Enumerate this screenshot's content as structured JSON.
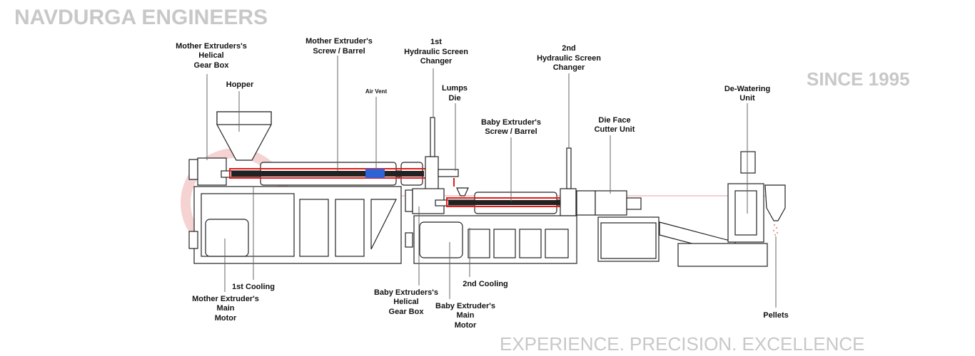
{
  "watermark": {
    "brand": "NAVDURGA ENGINEERS",
    "since": "SINCE 1995",
    "tagline": "EXPERIENCE. PRECISION. EXCELLENCE"
  },
  "colors": {
    "barrel_heater": "#e41b1b",
    "air_vent": "#2d63d6",
    "watermark_logo": "#f3c6c6",
    "line": "#222222"
  },
  "labels": {
    "mother_gearbox": [
      "Mother Extruders's",
      "Helical",
      "Gear Box"
    ],
    "hopper": [
      "Hopper"
    ],
    "mother_screw": [
      "Mother Extruder's",
      "Screw / Barrel"
    ],
    "air_vent": [
      "Air Vent"
    ],
    "screen_changer_1": [
      "1st",
      "Hydraulic Screen",
      "Changer"
    ],
    "lumps_die": [
      "Lumps",
      "Die"
    ],
    "baby_screw": [
      "Baby Extruder's",
      "Screw / Barrel"
    ],
    "screen_changer_2": [
      "2nd",
      "Hydraulic Screen",
      "Changer"
    ],
    "die_face_cutter": [
      "Die Face",
      "Cutter Unit"
    ],
    "dewatering": [
      "De-Watering",
      "Unit"
    ],
    "cooling_1": [
      "1st Cooling"
    ],
    "mother_motor": [
      "Mother Extruder's",
      "Main",
      "Motor"
    ],
    "baby_gearbox": [
      "Baby Extruders's",
      "Helical",
      "Gear Box"
    ],
    "cooling_2": [
      "2nd Cooling"
    ],
    "baby_motor": [
      "Baby Extruder's",
      "Main",
      "Motor"
    ],
    "pellets": [
      "Pellets"
    ]
  }
}
